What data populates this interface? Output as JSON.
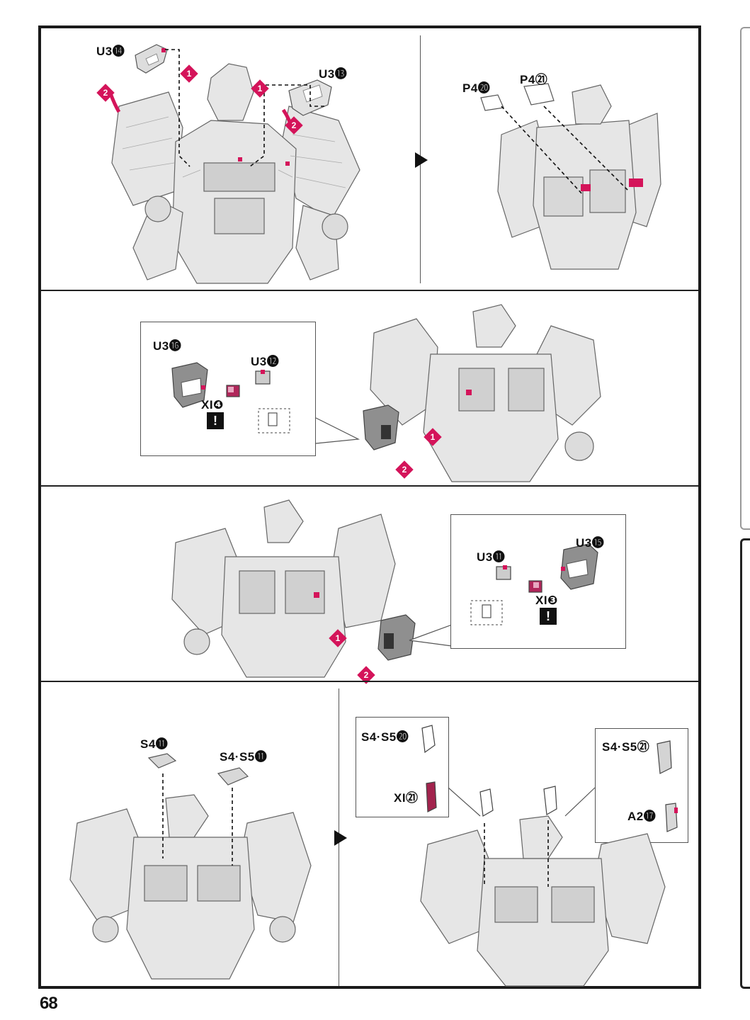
{
  "page": {
    "number": "68"
  },
  "steps": [
    {
      "panels": [
        {
          "parts": [
            "U3⓮",
            "U3⓭"
          ]
        },
        {
          "parts": [
            "P4⓴",
            "P4㉑"
          ]
        }
      ]
    },
    {
      "callout": {
        "parts": [
          "U3⓰",
          "U3⓬",
          "XI❹"
        ]
      }
    },
    {
      "callout": {
        "parts": [
          "U3⓫",
          "U3⓯",
          "XI❸"
        ]
      }
    },
    {
      "panels": [
        {
          "parts": [
            "S4⓫",
            "S4·S5⓫"
          ]
        },
        {
          "callouts": [
            {
              "parts": [
                "S4·S5⓴",
                "XI㉑"
              ]
            },
            {
              "parts": [
                "S4·S5㉑",
                "A2⓱"
              ]
            }
          ]
        }
      ]
    }
  ],
  "markers": {
    "step_one": "1",
    "step_two": "2",
    "warning": "!"
  },
  "colors": {
    "accent": "#d4145a",
    "line": "#111111",
    "part_gray": "#d9d9d9"
  }
}
